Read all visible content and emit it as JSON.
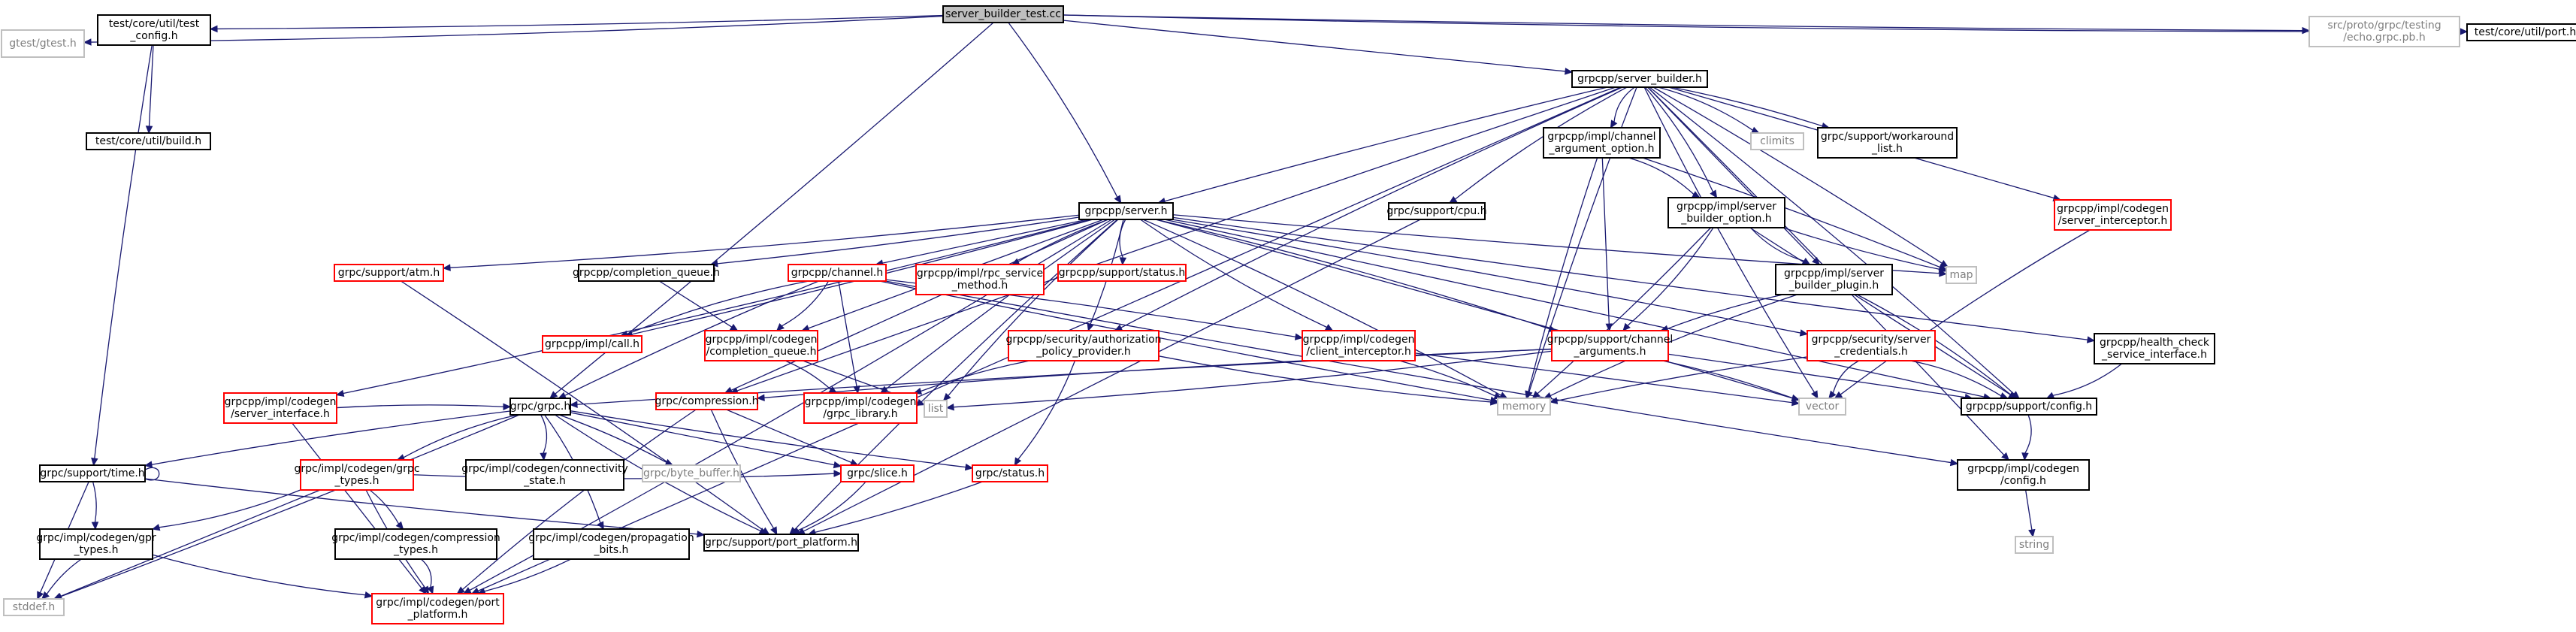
{
  "colors": {
    "edge": "#191970",
    "border_default": "#000000",
    "border_missing": "#bfbfbf",
    "border_link": "#ff0000",
    "root_fill": "#bfbfbf",
    "text": "#000000",
    "text_missing": "#7f7f7f"
  },
  "nodes": [
    {
      "id": "root",
      "label": [
        "server_builder_test.cc"
      ],
      "style": "root"
    },
    {
      "id": "gtest",
      "label": [
        "gtest/gtest.h"
      ],
      "style": "missing"
    },
    {
      "id": "test_config",
      "label": [
        "test/core/util/test",
        "_config.h"
      ],
      "style": "default"
    },
    {
      "id": "build",
      "label": [
        "test/core/util/build.h"
      ],
      "style": "default"
    },
    {
      "id": "server_builder",
      "label": [
        "grpcpp/server_builder.h"
      ],
      "style": "default"
    },
    {
      "id": "echo_grpc",
      "label": [
        "src/proto/grpc/testing",
        "/echo.grpc.pb.h"
      ],
      "style": "missing"
    },
    {
      "id": "port_h",
      "label": [
        "test/core/util/port.h"
      ],
      "style": "default"
    },
    {
      "id": "channel_arg_opt",
      "label": [
        "grpcpp/impl/channel",
        "_argument_option.h"
      ],
      "style": "default"
    },
    {
      "id": "climits",
      "label": [
        "climits"
      ],
      "style": "missing"
    },
    {
      "id": "workaround",
      "label": [
        "grpc/support/workaround",
        "_list.h"
      ],
      "style": "default"
    },
    {
      "id": "server_interceptor",
      "label": [
        "grpcpp/impl/codegen",
        "/server_interceptor.h"
      ],
      "style": "link"
    },
    {
      "id": "server_h",
      "label": [
        "grpcpp/server.h"
      ],
      "style": "default"
    },
    {
      "id": "cpu_h",
      "label": [
        "grpc/support/cpu.h"
      ],
      "style": "default"
    },
    {
      "id": "server_builder_option",
      "label": [
        "grpcpp/impl/server",
        "_builder_option.h"
      ],
      "style": "default"
    },
    {
      "id": "map",
      "label": [
        "map"
      ],
      "style": "missing"
    },
    {
      "id": "atm_h",
      "label": [
        "grpc/support/atm.h"
      ],
      "style": "link"
    },
    {
      "id": "completion_queue_h",
      "label": [
        "grpcpp/completion_queue.h"
      ],
      "style": "default"
    },
    {
      "id": "channel_h",
      "label": [
        "grpcpp/channel.h"
      ],
      "style": "link"
    },
    {
      "id": "rpc_service_method",
      "label": [
        "grpcpp/impl/rpc_service",
        "_method.h"
      ],
      "style": "link"
    },
    {
      "id": "status_hpp",
      "label": [
        "grpcpp/support/status.h"
      ],
      "style": "link"
    },
    {
      "id": "server_builder_plugin",
      "label": [
        "grpcpp/impl/server",
        "_builder_plugin.h"
      ],
      "style": "default"
    },
    {
      "id": "health_check",
      "label": [
        "grpcpp/health_check",
        "_service_interface.h"
      ],
      "style": "default"
    },
    {
      "id": "call_h",
      "label": [
        "grpcpp/impl/call.h"
      ],
      "style": "link"
    },
    {
      "id": "codegen_cq",
      "label": [
        "grpcpp/impl/codegen",
        "/completion_queue.h"
      ],
      "style": "link"
    },
    {
      "id": "auth_policy",
      "label": [
        "grpcpp/security/authorization",
        "_policy_provider.h"
      ],
      "style": "link"
    },
    {
      "id": "client_interceptor",
      "label": [
        "grpcpp/impl/codegen",
        "/client_interceptor.h"
      ],
      "style": "link"
    },
    {
      "id": "channel_arguments",
      "label": [
        "grpcpp/support/channel",
        "_arguments.h"
      ],
      "style": "link"
    },
    {
      "id": "server_credentials",
      "label": [
        "grpcpp/security/server",
        "_credentials.h"
      ],
      "style": "link"
    },
    {
      "id": "server_interface",
      "label": [
        "grpcpp/impl/codegen",
        "/server_interface.h"
      ],
      "style": "link"
    },
    {
      "id": "grpc_h",
      "label": [
        "grpc/grpc.h"
      ],
      "style": "default"
    },
    {
      "id": "compression_h",
      "label": [
        "grpc/compression.h"
      ],
      "style": "link"
    },
    {
      "id": "grpc_library",
      "label": [
        "grpcpp/impl/codegen",
        "/grpc_library.h"
      ],
      "style": "link"
    },
    {
      "id": "list",
      "label": [
        "list"
      ],
      "style": "missing"
    },
    {
      "id": "memory",
      "label": [
        "memory"
      ],
      "style": "missing"
    },
    {
      "id": "vector",
      "label": [
        "vector"
      ],
      "style": "missing"
    },
    {
      "id": "support_config",
      "label": [
        "grpcpp/support/config.h"
      ],
      "style": "default"
    },
    {
      "id": "time_h",
      "label": [
        "grpc/support/time.h"
      ],
      "style": "default"
    },
    {
      "id": "grpc_types",
      "label": [
        "grpc/impl/codegen/grpc",
        "_types.h"
      ],
      "style": "link"
    },
    {
      "id": "connectivity",
      "label": [
        "grpc/impl/codegen/connectivity",
        "_state.h"
      ],
      "style": "default"
    },
    {
      "id": "byte_buffer",
      "label": [
        "grpc/byte_buffer.h"
      ],
      "style": "missing"
    },
    {
      "id": "slice_h",
      "label": [
        "grpc/slice.h"
      ],
      "style": "link"
    },
    {
      "id": "status_h",
      "label": [
        "grpc/status.h"
      ],
      "style": "link"
    },
    {
      "id": "codegen_config",
      "label": [
        "grpcpp/impl/codegen",
        "/config.h"
      ],
      "style": "default"
    },
    {
      "id": "gpr_types",
      "label": [
        "grpc/impl/codegen/gpr",
        "_types.h"
      ],
      "style": "default"
    },
    {
      "id": "compression_types",
      "label": [
        "grpc/impl/codegen/compression",
        "_types.h"
      ],
      "style": "default"
    },
    {
      "id": "propagation_bits",
      "label": [
        "grpc/impl/codegen/propagation",
        "_bits.h"
      ],
      "style": "default"
    },
    {
      "id": "port_platform",
      "label": [
        "grpc/support/port_platform.h"
      ],
      "style": "default"
    },
    {
      "id": "string",
      "label": [
        "string"
      ],
      "style": "missing"
    },
    {
      "id": "stddef",
      "label": [
        "stddef.h"
      ],
      "style": "missing"
    },
    {
      "id": "codegen_port_platform",
      "label": [
        "grpc/impl/codegen/port",
        "_platform.h"
      ],
      "style": "link"
    }
  ]
}
